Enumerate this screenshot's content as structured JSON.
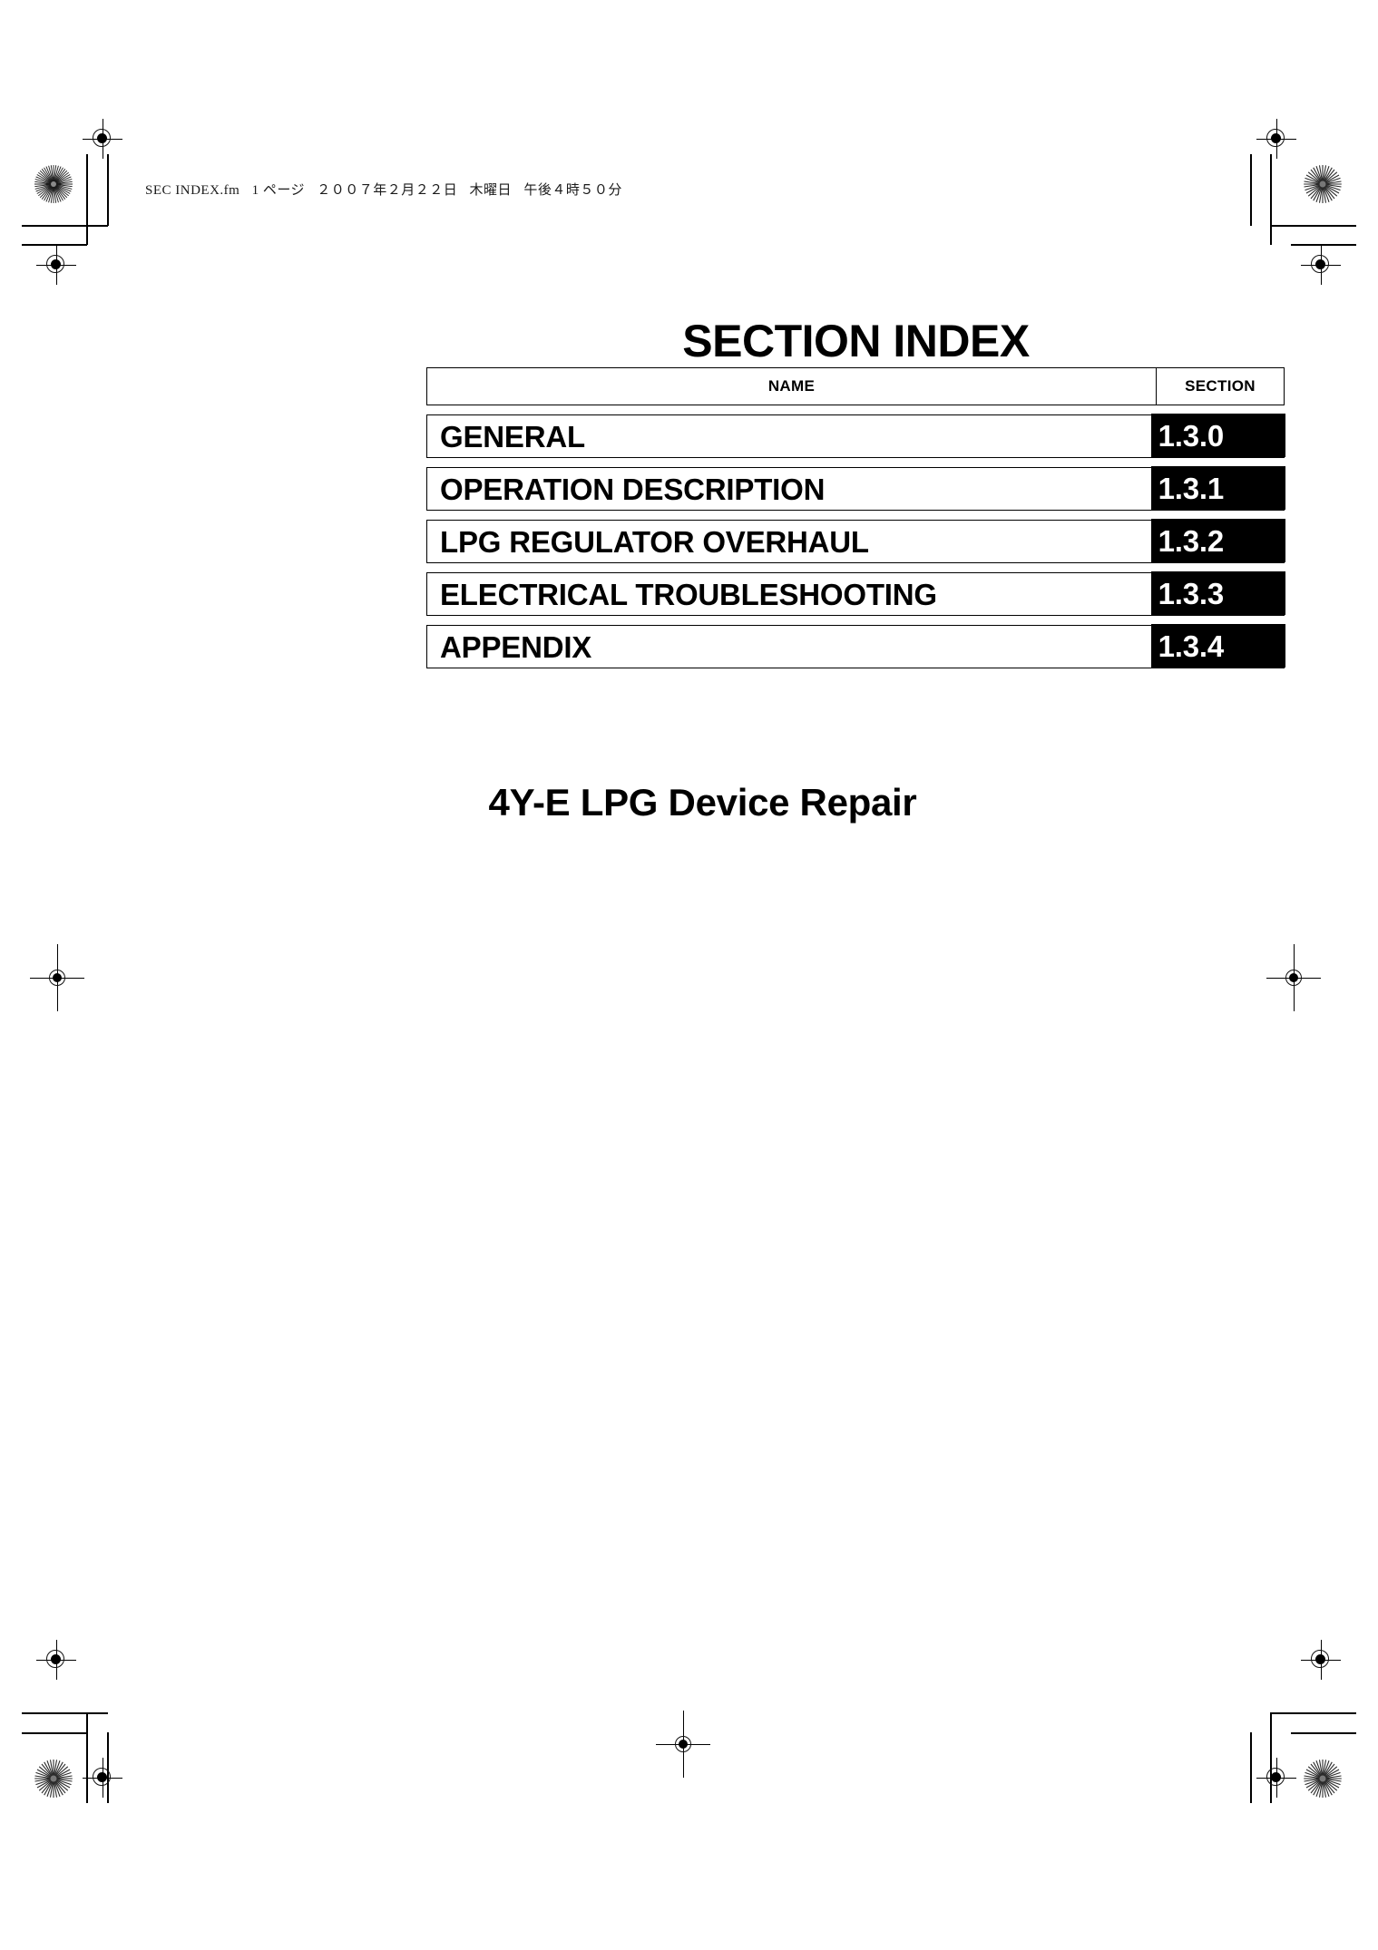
{
  "page": {
    "slug_line": {
      "filename": "SEC INDEX.fm",
      "page_label": "1 ページ",
      "date": "２００７年２月２２日",
      "weekday": "木曜日",
      "time": "午後４時５０分"
    },
    "title": "SECTION INDEX",
    "subtitle": "4Y-E LPG Device Repair"
  },
  "index_table": {
    "headers": {
      "name": "NAME",
      "section": "SECTION"
    },
    "rows": [
      {
        "name": "GENERAL",
        "section": "1.3.0"
      },
      {
        "name": "OPERATION DESCRIPTION",
        "section": "1.3.1"
      },
      {
        "name": "LPG REGULATOR OVERHAUL",
        "section": "1.3.2"
      },
      {
        "name": "ELECTRICAL TROUBLESHOOTING",
        "section": "1.3.3"
      },
      {
        "name": "APPENDIX",
        "section": "1.3.4"
      }
    ]
  },
  "colors": {
    "section_badge_bg": "#000000",
    "section_badge_text": "#ffffff",
    "page_bg": "#ffffff",
    "ink": "#000000"
  },
  "print_marks": {
    "registration_target": "registration-target-icon",
    "crosshair": "registration-crosshair-icon",
    "starburst": "starburst-density-target-icon",
    "crop_rule": "crop-mark-line"
  }
}
